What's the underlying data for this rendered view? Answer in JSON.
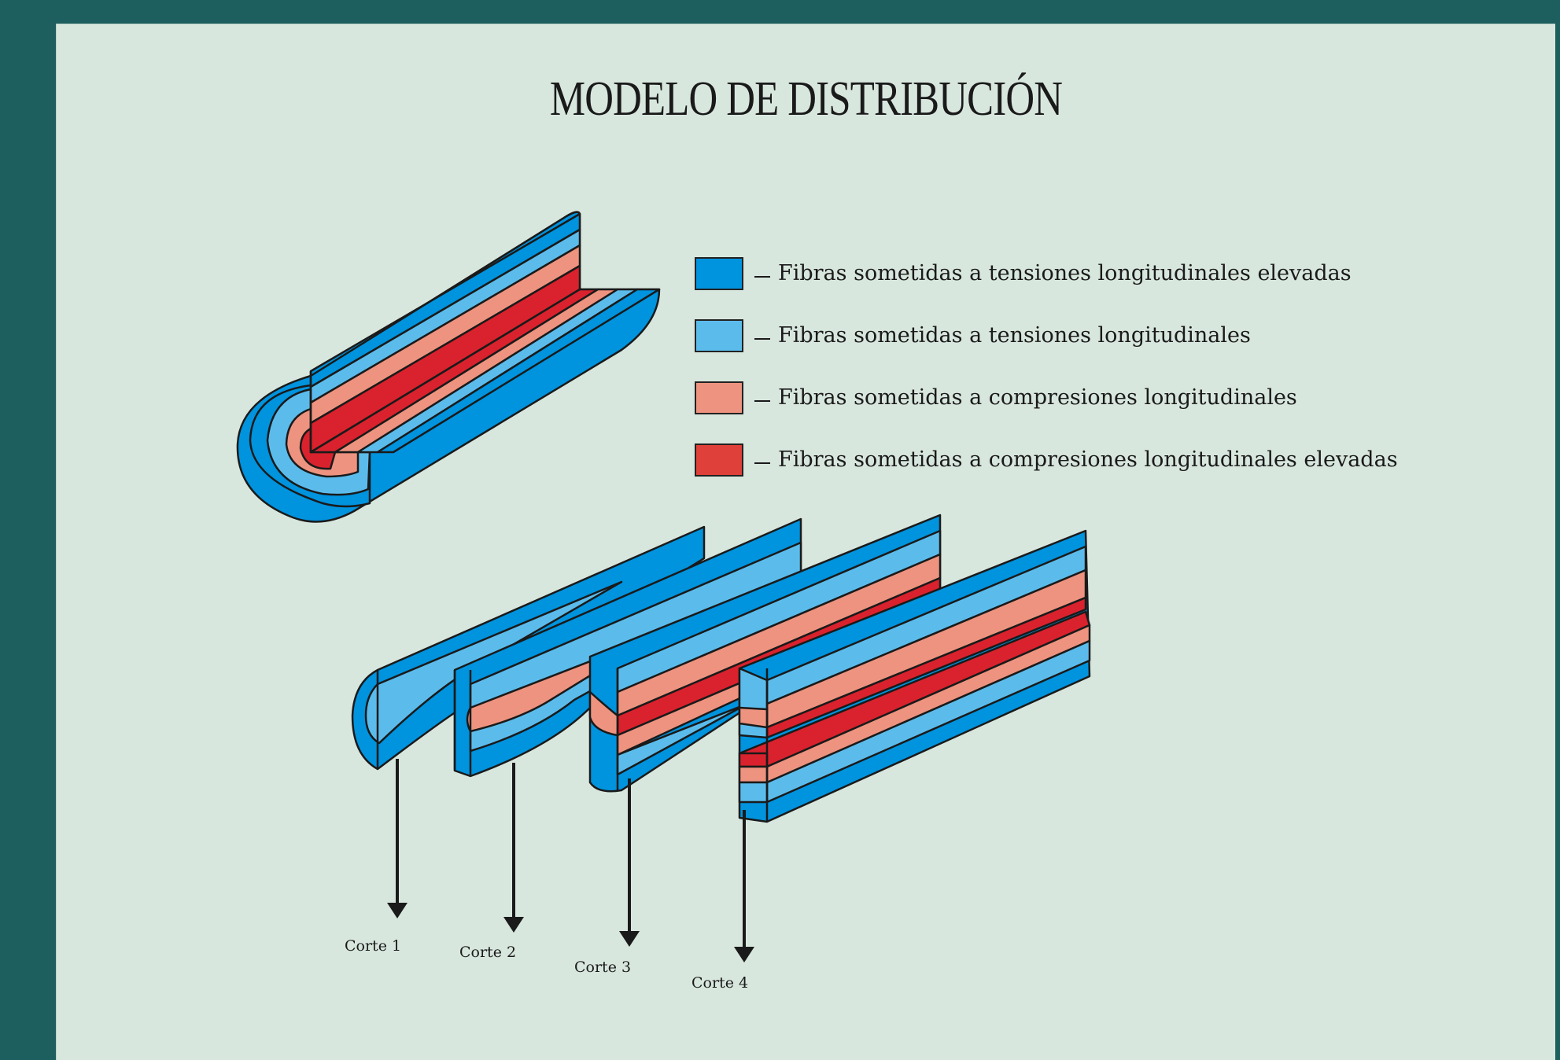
{
  "title": "MODELO DE DISTRIBUCIÓN",
  "colors": {
    "tension_high": "#0093de",
    "tension": "#5bbcec",
    "compression": "#ee937f",
    "compression_high": "#d9222d",
    "background": "#d8e7de",
    "frame": "#1d5e5e",
    "outline": "#1a1a1a"
  },
  "legend": [
    {
      "label": "Fibras sometidas a tensiones longitudinales elevadas",
      "color": "#0093de"
    },
    {
      "label": "Fibras sometidas a tensiones longitudinales",
      "color": "#5bbcec"
    },
    {
      "label": "Fibras sometidas a compresiones longitudinales",
      "color": "#ee937f"
    },
    {
      "label": "Fibras sometidas a compresiones longitudinales elevadas",
      "color": "#e0403a"
    }
  ],
  "cuts": [
    {
      "label": "Corte 1"
    },
    {
      "label": "Corte 2"
    },
    {
      "label": "Corte 3"
    },
    {
      "label": "Corte 4"
    }
  ]
}
